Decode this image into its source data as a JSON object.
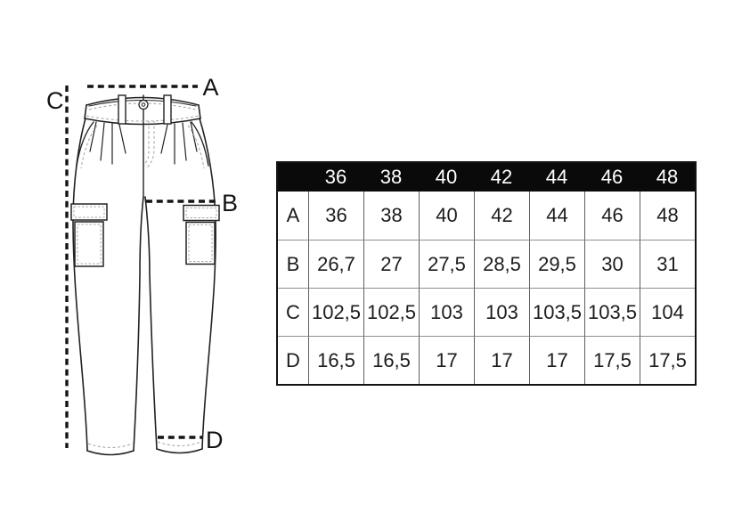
{
  "page": {
    "background": "#ffffff"
  },
  "diagram": {
    "description": "technical-flat-sketch-cargo-trousers",
    "labels": {
      "a": "A",
      "b": "B",
      "c": "C",
      "d": "D"
    }
  },
  "size_table": {
    "header_sizes": [
      "36",
      "38",
      "40",
      "42",
      "44",
      "46",
      "48"
    ],
    "rows": [
      {
        "label": "A",
        "values": [
          "36",
          "38",
          "40",
          "42",
          "44",
          "46",
          "48"
        ]
      },
      {
        "label": "B",
        "values": [
          "26,7",
          "27",
          "27,5",
          "28,5",
          "29,5",
          "30",
          "31"
        ]
      },
      {
        "label": "C",
        "values": [
          "102,5",
          "102,5",
          "103",
          "103",
          "103,5",
          "103,5",
          "104"
        ]
      },
      {
        "label": "D",
        "values": [
          "16,5",
          "16,5",
          "17",
          "17",
          "17",
          "17,5",
          "17,5"
        ]
      }
    ],
    "colors": {
      "header_bg": "#0a0a0a",
      "header_text": "#ffffff",
      "grid_vertical": "#5f5f5f",
      "grid_horizontal": "#8f8f8f",
      "outer_border": "#141414"
    }
  }
}
